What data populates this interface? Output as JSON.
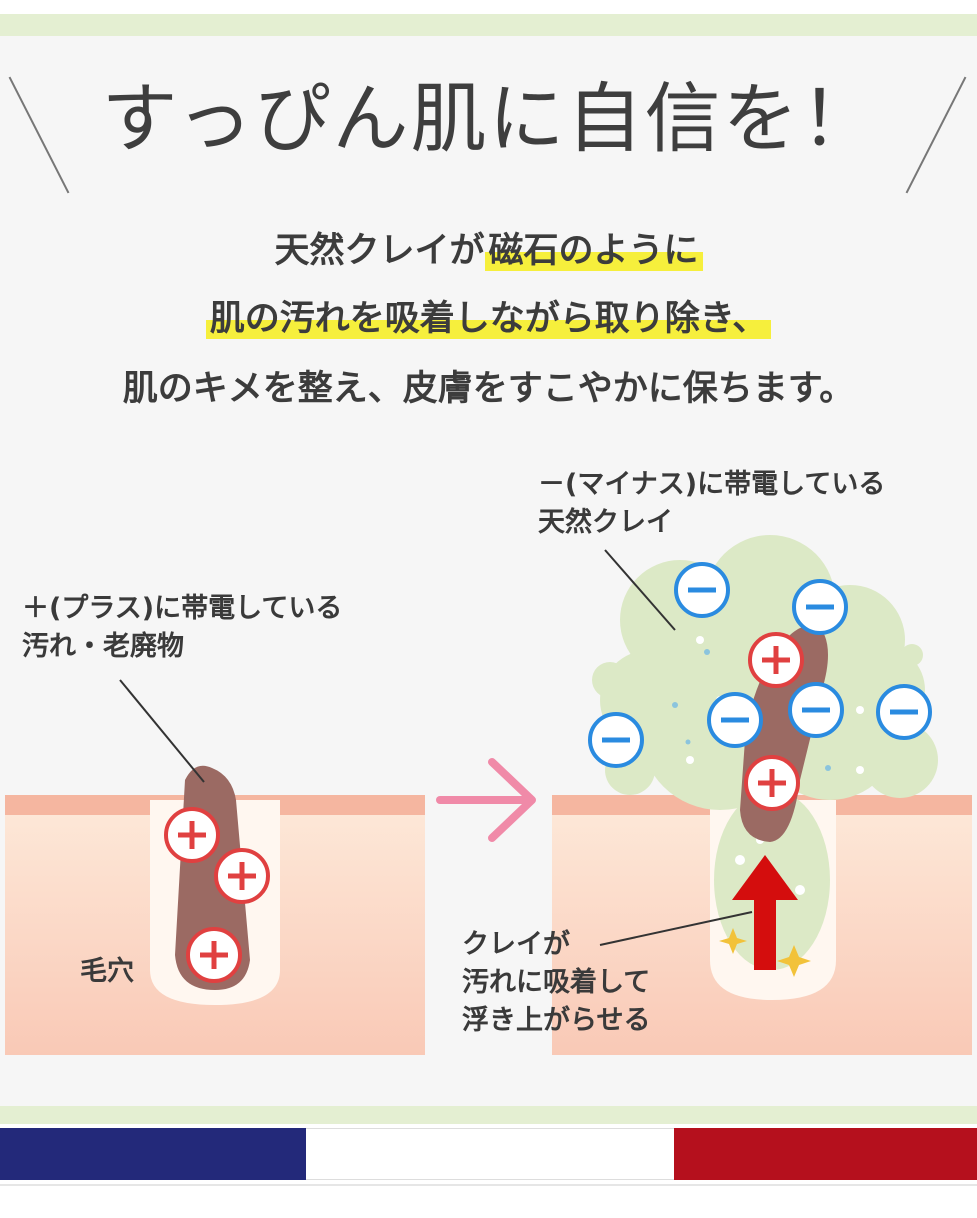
{
  "headline": "すっぴん肌に自信を！",
  "subtext": {
    "line1_plain": "天然クレイが",
    "line1_highlight": "磁石のように",
    "line2_highlight": "肌の汚れを吸着しながら取り除き、",
    "line3_plain": "肌のキメを整え、皮膚をすこやかに保ちます。"
  },
  "left_diagram": {
    "label_line1": "＋(プラス)に帯電している",
    "label_line2": "汚れ・老廃物",
    "pore_label": "毛穴",
    "plus_symbol": "+"
  },
  "right_diagram": {
    "label_line1": "－(マイナス)に帯電している",
    "label_line2": "天然クレイ",
    "minus_symbol": "−",
    "bottom_label_line1": "クレイが",
    "bottom_label_line2": "汚れに吸着して",
    "bottom_label_line3": "浮き上がらせる"
  },
  "colors": {
    "highlight": "#f6ef3c",
    "flag_blue": "#23297a",
    "flag_white": "#ffffff",
    "flag_red": "#b5101d",
    "skin_top": "#f5b6a0",
    "clay_green": "#dce9c6",
    "dirt_brown": "#9b6a63",
    "plus_red": "#e04040",
    "minus_blue": "#2a8be0",
    "arrow_pink": "#f08aa8",
    "arrow_red": "#d40d0d",
    "band_green": "#e4efd2"
  }
}
